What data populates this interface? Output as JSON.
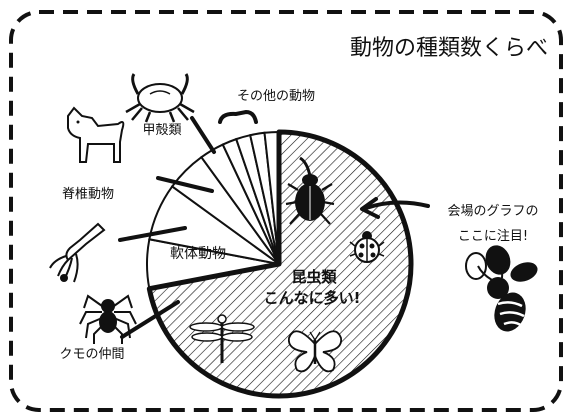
{
  "chart_data": {
    "type": "pie",
    "title": "動物の種類数くらべ",
    "slices": [
      {
        "name": "昆虫類",
        "name_line2": "こんなに多い!",
        "value": 72,
        "hatched": true
      },
      {
        "name": "クモの仲間",
        "value": 6,
        "hatched": false
      },
      {
        "name": "軟体動物",
        "value": 7,
        "hatched": false
      },
      {
        "name": "脊椎動物",
        "value": 5,
        "hatched": false
      },
      {
        "name": "甲殻類",
        "value": 3,
        "hatched": false
      },
      {
        "name": "その他の動物",
        "value": 7,
        "hatched": false,
        "subdivisions": 4
      }
    ],
    "callout": {
      "line1": "会場のグラフの",
      "line2": "ここに注目!"
    }
  },
  "colors": {
    "ink": "#111111",
    "paper": "#ffffff"
  },
  "icons": [
    "beetle-icon",
    "ladybug-icon",
    "dragonfly-icon",
    "butterfly-icon",
    "bee-icon",
    "crab-icon",
    "dog-icon",
    "squid-icon",
    "spider-icon"
  ]
}
